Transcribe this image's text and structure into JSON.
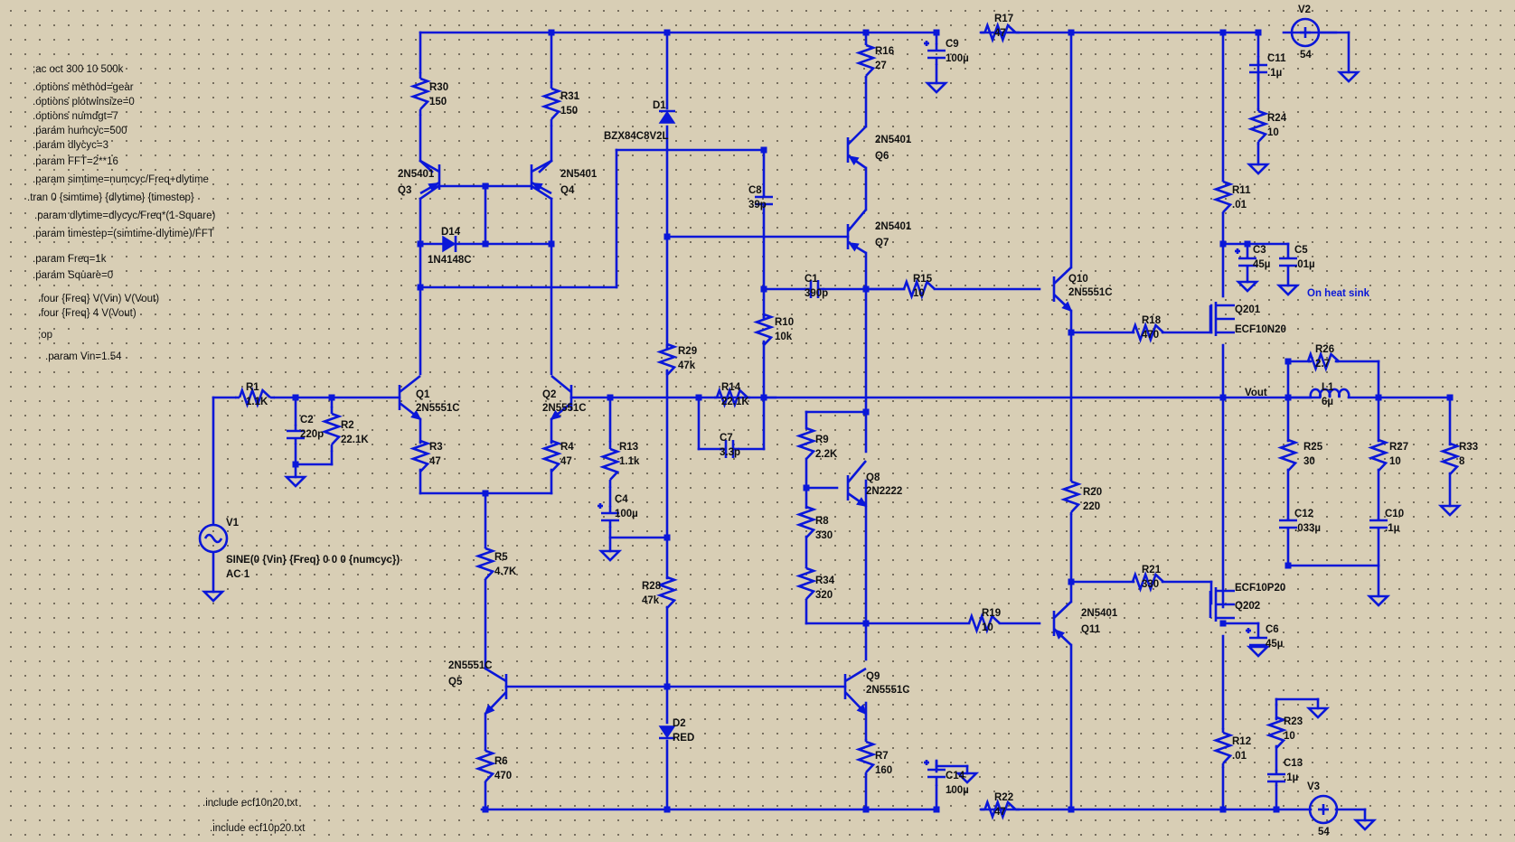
{
  "directives": [
    ";ac oct 300 10 500k",
    ".options method=gear",
    ".options plotwinsize=0",
    ".options numdgt=7",
    ".param numcyc=500",
    ".param dlycyc=3",
    ".param FFT=2**16",
    ".param simtime=numcyc/Freq+dlytime",
    ".tran 0 {simtime} {dlytime} {timestep}",
    ".param dlytime=dlycyc/Freq*(1-Square)",
    ".param timestep=(simtime-dlytime)/FFT",
    ".param Freq=1k",
    ".param Square=0",
    ".four {Freq} V(Vin) V(Vout)",
    ".four {Freq} 4 V(Vout)",
    ";op",
    ".param Vin=1.54",
    ".include ecf10n20.txt",
    ".include ecf10p20.txt"
  ],
  "sources": {
    "V1": {
      "name": "V1",
      "value": "SINE(0 {Vin} {Freq} 0 0 0 {numcyc})",
      "extra": "AC 1"
    },
    "V2": {
      "name": "V2",
      "value": "54"
    },
    "V3": {
      "name": "V3",
      "value": "54"
    }
  },
  "resistors": {
    "R1": [
      "R1",
      "1.1K"
    ],
    "R2": [
      "R2",
      "22.1K"
    ],
    "R3": [
      "R3",
      "47"
    ],
    "R4": [
      "R4",
      "47"
    ],
    "R5": [
      "R5",
      "4.7K"
    ],
    "R6": [
      "R6",
      "470"
    ],
    "R7": [
      "R7",
      "160"
    ],
    "R8": [
      "R8",
      "330"
    ],
    "R9": [
      "R9",
      "2.2K"
    ],
    "R10": [
      "R10",
      "10k"
    ],
    "R11": [
      "R11",
      ".01"
    ],
    "R12": [
      "R12",
      ".01"
    ],
    "R13": [
      "R13",
      "1.1k"
    ],
    "R14": [
      "R14",
      "22.1K"
    ],
    "R15": [
      "R15",
      "10"
    ],
    "R16": [
      "R16",
      "27"
    ],
    "R17": [
      "R17",
      "47"
    ],
    "R18": [
      "R18",
      "470"
    ],
    "R19": [
      "R19",
      "10"
    ],
    "R20": [
      "R20",
      "220"
    ],
    "R21": [
      "R21",
      "330"
    ],
    "R22": [
      "R22",
      "47"
    ],
    "R23": [
      "R23",
      "10"
    ],
    "R24": [
      "R24",
      "10"
    ],
    "R25": [
      "R25",
      "30"
    ],
    "R26": [
      "R26",
      "2.7"
    ],
    "R27": [
      "R27",
      "10"
    ],
    "R28": [
      "R28",
      "47k"
    ],
    "R29": [
      "R29",
      "47k"
    ],
    "R30": [
      "R30",
      "150"
    ],
    "R31": [
      "R31",
      "150"
    ],
    "R33": [
      "R33",
      "8"
    ],
    "R34": [
      "R34",
      "320"
    ]
  },
  "capacitors": {
    "C1": [
      "C1",
      "390p"
    ],
    "C2": [
      "C2",
      "220p"
    ],
    "C3": [
      "C3",
      "45µ"
    ],
    "C4": [
      "C4",
      "100µ"
    ],
    "C5": [
      "C5",
      ".01µ"
    ],
    "C6": [
      "C6",
      "45µ"
    ],
    "C7": [
      "C7",
      "3.3p"
    ],
    "C8": [
      "C8",
      "39p"
    ],
    "C9": [
      "C9",
      "100µ"
    ],
    "C10": [
      "C10",
      ".1µ"
    ],
    "C11": [
      "C11",
      ".1µ"
    ],
    "C12": [
      "C12",
      ".033µ"
    ],
    "C13": [
      "C13",
      ".1µ"
    ],
    "C14": [
      "C14",
      "100µ"
    ]
  },
  "inductors": {
    "L1": [
      "L1",
      "6µ"
    ]
  },
  "transistors": {
    "Q1": [
      "Q1",
      "2N5551C"
    ],
    "Q2": [
      "Q2",
      "2N5551C"
    ],
    "Q3": [
      "Q3",
      "2N5401"
    ],
    "Q4": [
      "Q4",
      "2N5401"
    ],
    "Q5": [
      "Q5",
      "2N5551C"
    ],
    "Q6": [
      "Q6",
      "2N5401"
    ],
    "Q7": [
      "Q7",
      "2N5401"
    ],
    "Q8": [
      "Q8",
      "2N2222"
    ],
    "Q9": [
      "Q9",
      "2N5551C"
    ],
    "Q10": [
      "Q10",
      "2N5551C"
    ],
    "Q11": [
      "Q11",
      "2N5401"
    ],
    "Q201": [
      "Q201",
      "ECF10N20"
    ],
    "Q202": [
      "Q202",
      "ECF10P20"
    ]
  },
  "diodes": {
    "D1": [
      "D1",
      "BZX84C8V2L"
    ],
    "D2": [
      "D2",
      "RED"
    ],
    "D14": [
      "D14",
      "1N4148C"
    ]
  },
  "net_labels": {
    "vout": "Vout",
    "heatsink": "On heat sink"
  },
  "colors": {
    "wire": "#0a17d8",
    "background": "#d8ceb5",
    "text": "#111111"
  }
}
